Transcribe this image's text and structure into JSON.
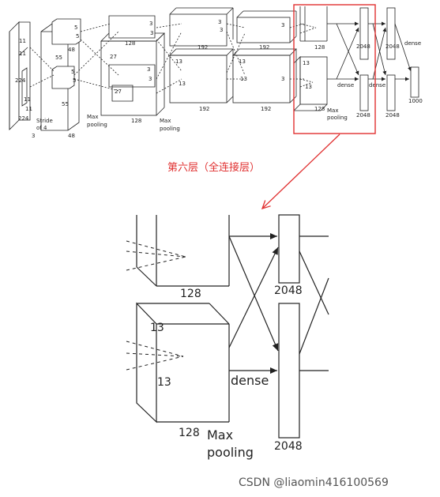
{
  "top_diagram": {
    "input": {
      "dim_224_a": "224",
      "dim_224_b": "224",
      "dim_11_a": "11",
      "dim_11_b": "11",
      "dim_11_c": "11",
      "dim_11_d": "11",
      "stride": "Stride",
      "of4": "of 4",
      "depth_3": "3"
    },
    "conv1": {
      "k5a": "5",
      "k5b": "5",
      "k5c": "5",
      "k5d": "5",
      "d55a": "55",
      "d55b": "55",
      "d48a": "48",
      "d48b": "48"
    },
    "pool1": {
      "label": "Max",
      "label2": "pooling"
    },
    "conv2": {
      "k3a": "3",
      "k3b": "3",
      "k3c": "3",
      "k3d": "3",
      "d27a": "27",
      "d27b": "27",
      "d128a": "128",
      "d128b": "128"
    },
    "pool2": {
      "label": "Max",
      "label2": "pooling"
    },
    "conv3": {
      "d13a": "13",
      "d13b": "13",
      "k3a": "3",
      "k3b": "3",
      "d192a": "192",
      "d192b": "192"
    },
    "conv4": {
      "d13a": "13",
      "d13b": "13",
      "k3a": "3",
      "k3b": "3",
      "d192a": "192",
      "d192b": "192"
    },
    "conv5": {
      "d13a": "13",
      "d13b": "13",
      "d128a": "128",
      "d128b": "128",
      "pool": "Max",
      "pool2": "pooling"
    },
    "fc": {
      "d2048a": "2048",
      "d2048b": "2048",
      "d2048c": "2048",
      "d2048d": "2048",
      "dense1": "dense",
      "dense2": "dense",
      "dense3": "dense",
      "out": "1000"
    }
  },
  "caption": "第六层（全连接层）",
  "zoom": {
    "top_block_width": "128",
    "cube_dim_top": "13",
    "cube_dim_mid": "13",
    "cube_width": "128",
    "max": "Max",
    "pooling": "pooling",
    "dense": "dense",
    "fc_top_label": "2048",
    "fc_bottom_label": "2048"
  },
  "watermark": "CSDN @liaomin416100569",
  "colors": {
    "highlight": "#e03030",
    "line": "#222222"
  }
}
